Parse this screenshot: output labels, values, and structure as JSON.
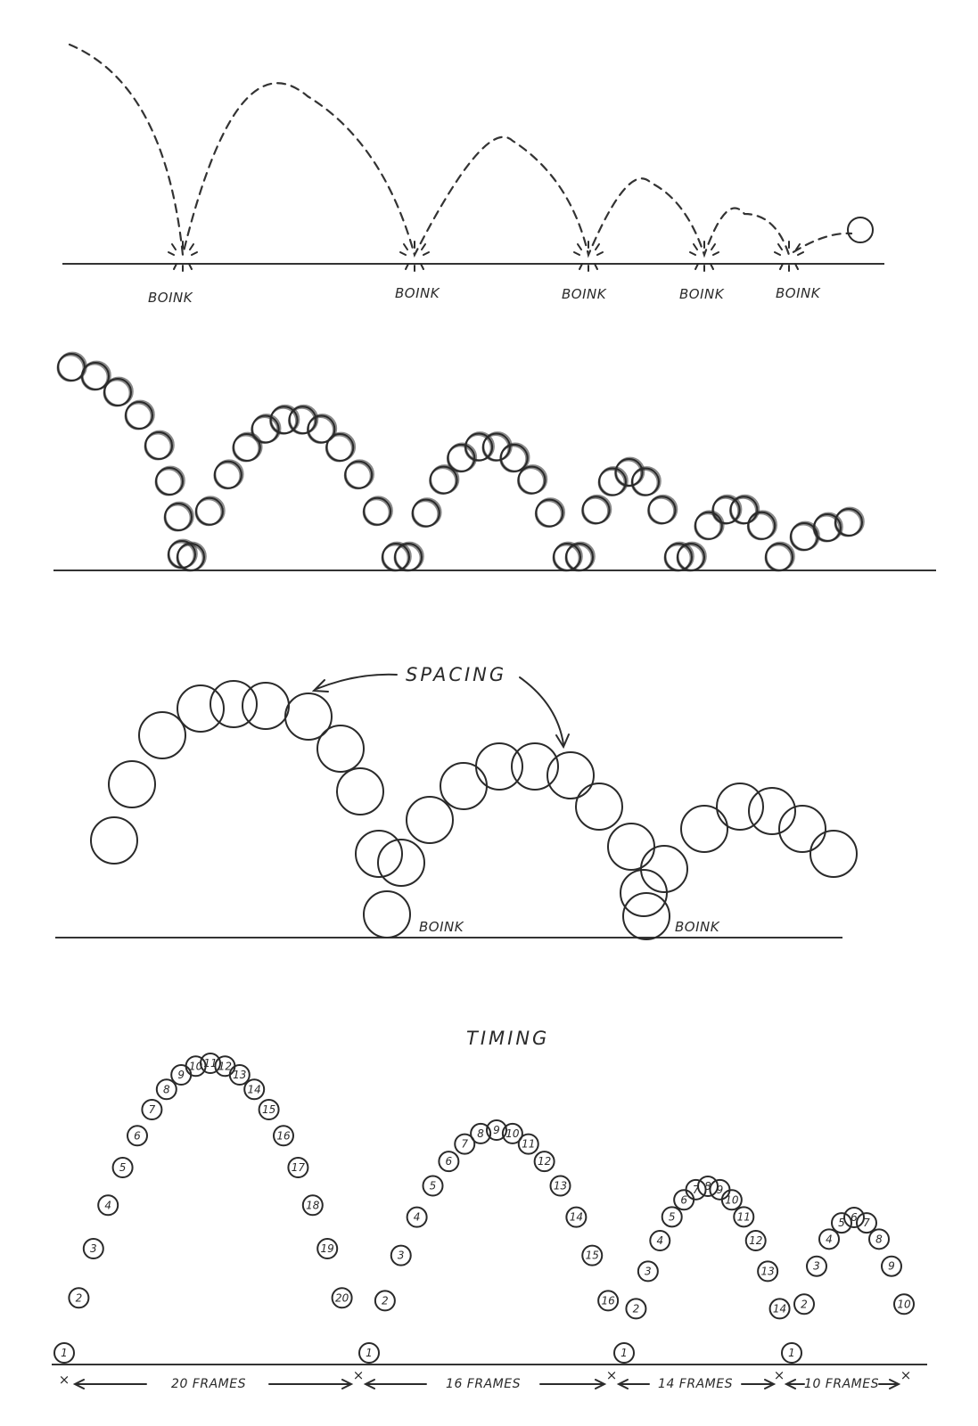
{
  "path_section": {
    "labels": [
      "BOINK",
      "BOINK",
      "BOINK",
      "BOINK",
      "BOINK"
    ]
  },
  "spacing_section": {
    "title": "SPACING",
    "labels": [
      "BOINK",
      "BOINK"
    ]
  },
  "timing_section": {
    "title": "TIMING",
    "segments": [
      {
        "frame_count": 20,
        "label": "20 FRAMES"
      },
      {
        "frame_count": 16,
        "label": "16 FRAMES"
      },
      {
        "frame_count": 14,
        "label": "14 FRAMES"
      },
      {
        "frame_count": 10,
        "label": "10 FRAMES"
      }
    ],
    "keyframe_mark": "×"
  }
}
